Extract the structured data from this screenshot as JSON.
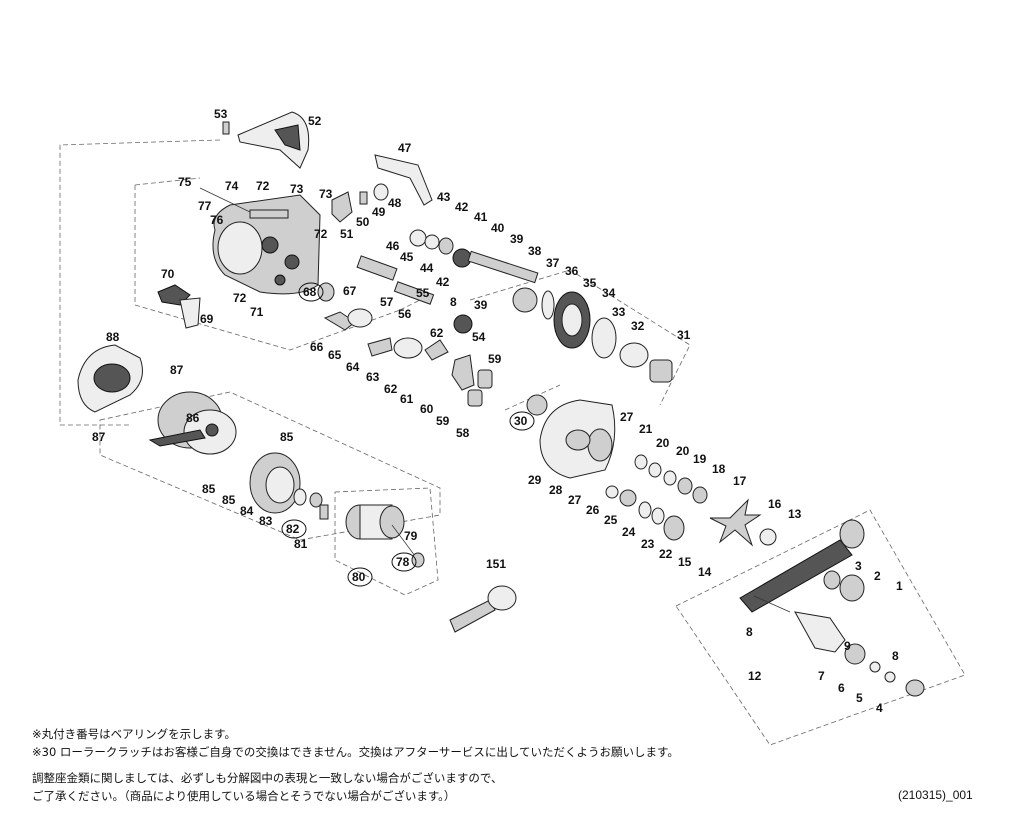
{
  "notes": {
    "bearing_note": "※丸付き番号はベアリングを示します。",
    "clutch_note": "※30 ローラークラッチはお客様ご自身での交換はできません。交換はアフターサービスに出していただくようお願いします。",
    "washer_note_line1": "調整座金類に関しましては、必ずしも分解図中の表現と一致しない場合がございますので、",
    "washer_note_line2": "ご了承ください。（商品により使用している場合とそうでない場合がございます。）"
  },
  "diagram_code": "(210315)_001",
  "part_labels": [
    "53",
    "52",
    "47",
    "75",
    "74",
    "72",
    "73",
    "73",
    "77",
    "76",
    "72",
    "51",
    "50",
    "49",
    "48",
    "43",
    "42",
    "41",
    "40",
    "46",
    "45",
    "44",
    "42",
    "39",
    "38",
    "37",
    "36",
    "35",
    "34",
    "33",
    "32",
    "31",
    "70",
    "69",
    "68",
    "67",
    "72",
    "71",
    "57",
    "56",
    "55",
    "8",
    "39",
    "54",
    "62",
    "66",
    "65",
    "64",
    "63",
    "62",
    "61",
    "60",
    "59",
    "59",
    "58",
    "88",
    "87",
    "87",
    "86",
    "85",
    "85",
    "85",
    "84",
    "83",
    "82",
    "81",
    "79",
    "78",
    "80",
    "30",
    "27",
    "21",
    "20",
    "20",
    "19",
    "18",
    "17",
    "16",
    "13",
    "29",
    "28",
    "27",
    "26",
    "25",
    "24",
    "23",
    "22",
    "15",
    "14",
    "3",
    "2",
    "1",
    "151",
    "8",
    "9",
    "8",
    "12",
    "7",
    "6",
    "5",
    "4"
  ],
  "circled_labels": [
    "68",
    "30",
    "82",
    "78",
    "80"
  ]
}
